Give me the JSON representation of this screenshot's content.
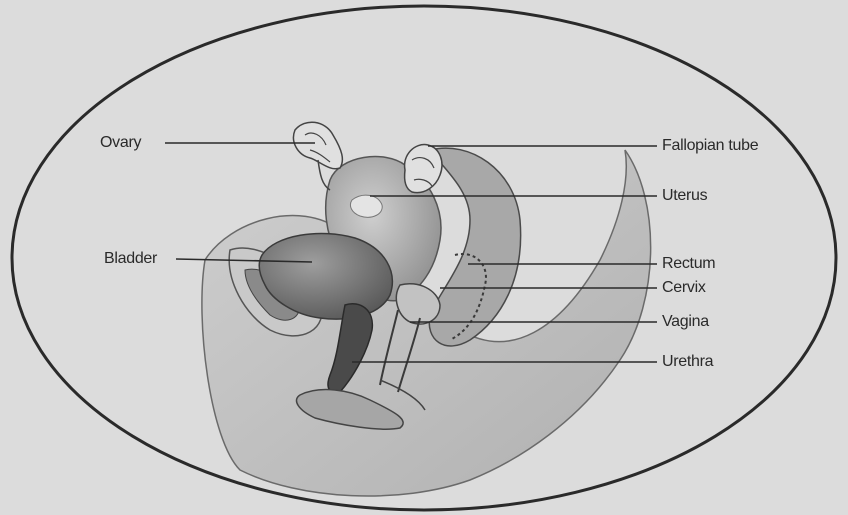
{
  "labels": {
    "ovary": "Ovary",
    "fallopian_tube": "Fallopian tube",
    "uterus": "Uterus",
    "bladder": "Bladder",
    "rectum": "Rectum",
    "cervix": "Cervix",
    "vagina": "Vagina",
    "urethra": "Urethra"
  },
  "colors": {
    "background": "#dcdcdc",
    "outline": "#2a2a2a",
    "organ_fill": "#b8b8b8",
    "organ_dark": "#707070"
  }
}
